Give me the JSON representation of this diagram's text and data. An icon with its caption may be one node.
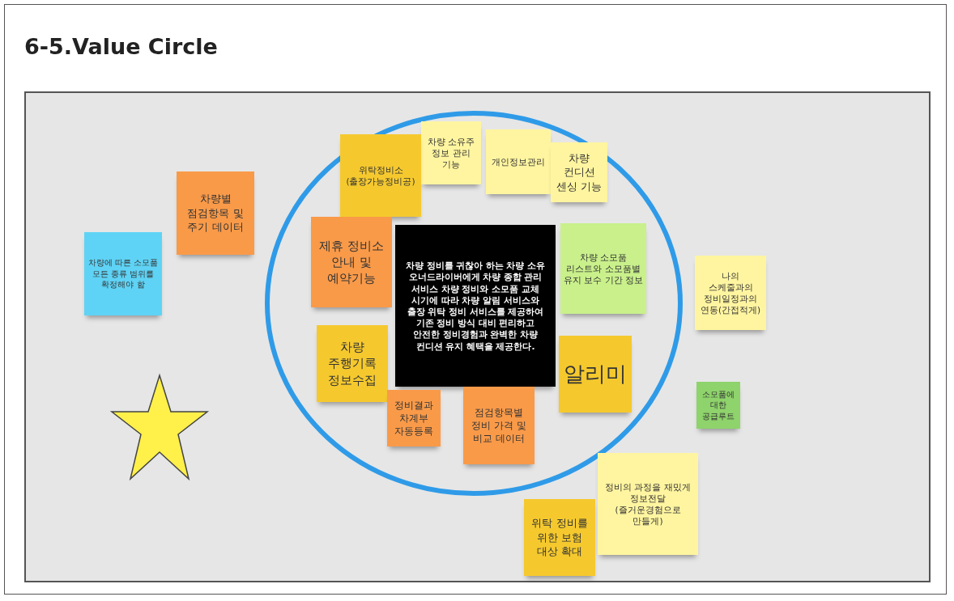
{
  "diagram": {
    "title": "6-5.Value Circle",
    "nodes": [
      {
        "text": [
          "차량 소유주 정보 관리 기능"
        ]
      },
      {
        "text": [
          "개인정보관리"
        ]
      },
      {
        "text": [
          "위탁정비소 (출장가능정비공)"
        ]
      },
      {
        "text": [
          "차량 컨디션 센싱 기능"
        ]
      },
      {
        "text": [
          "차량별 점검항목 및 주기 데이터"
        ]
      },
      {
        "text": [
          "제휴 정비소 안내 및 예약기능"
        ]
      },
      {
        "text": [
          "차량 소모품 리스트와 소모품별 유지 보수 기간 정보"
        ]
      },
      {
        "text": [
          "차량 정비를 귀찮아 하는 차량 소유 오너드라이버에게 차량 종합 관리 서비스 차량 정비와 소모품 교체 시기에 따라 차량 알림 서비스와 출장 위탁 정비 서비스를 제공하여 기존 정비 방식 대비 편리하고 안전한 정비경험과 완벽한 차량 컨디션 유지 혜택을 제공한다."
        ]
      },
      {
        "text": [
          "차량에 따른 소모품 모든 종류 범위를 확정해야 함"
        ]
      },
      {
        "text": [
          "나의 스케줄과의 정비일정과의 연동(간접적게)"
        ]
      },
      {
        "text": [
          "차량 주행기록 정보수집"
        ]
      },
      {
        "text": [
          "알리미"
        ]
      },
      {
        "text": [
          "소모품에 대한 공급루트"
        ]
      },
      {
        "text": [
          "점검항목별 정비 가격 및 비교 데이터"
        ]
      },
      {
        "text": [
          "정비결과 차계부 자동등록"
        ]
      },
      {
        "text": [
          "정비의 과정을 재밌게 정보전달(즐거운경험으로 만들게)"
        ]
      },
      {
        "text": [
          "위탁 정비를 위한 보험 대상 확대"
        ]
      }
    ]
  }
}
